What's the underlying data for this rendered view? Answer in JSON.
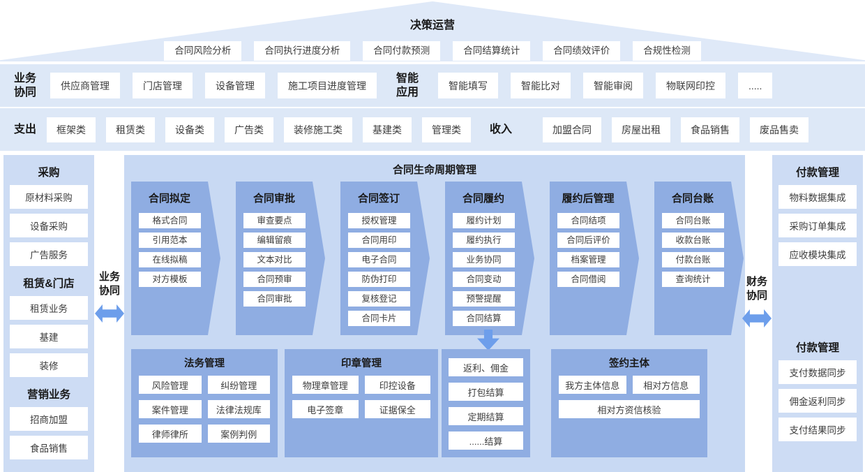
{
  "colors": {
    "triangle": "#dfe9f8",
    "band": "#dde8f7",
    "sidebar": "#cddcf4",
    "panel": "#c8d9f3",
    "stage": "#8fade2",
    "arrow": "#6d9eeb",
    "item": "#3d3d3d"
  },
  "decision": {
    "title": "决策运营",
    "items": [
      "合同风险分析",
      "合同执行进度分析",
      "合同付款预测",
      "合同结算统计",
      "合同绩效评价",
      "合规性检测"
    ]
  },
  "collab_row": {
    "label": "业务协同",
    "business_items": [
      "供应商管理",
      "门店管理",
      "设备管理",
      "施工项目进度管理"
    ],
    "smart_label": "智能应用",
    "smart_items": [
      "智能填写",
      "智能比对",
      "智能审阅",
      "物联网印控",
      "....."
    ]
  },
  "category_row": {
    "expense_label": "支出",
    "expense_items": [
      "框架类",
      "租赁类",
      "设备类",
      "广告类",
      "装修施工类",
      "基建类",
      "管理类"
    ],
    "income_label": "收入",
    "income_items": [
      "加盟合同",
      "房屋出租",
      "食品销售",
      "废品售卖"
    ]
  },
  "left_panel": {
    "sections": [
      {
        "title": "采购",
        "items": [
          "原材料采购",
          "设备采购",
          "广告服务"
        ]
      },
      {
        "title": "租赁&门店",
        "items": [
          "租赁业务",
          "基建",
          "装修"
        ]
      },
      {
        "title": "营销业务",
        "items": [
          "招商加盟",
          "食品销售"
        ]
      }
    ]
  },
  "left_connector": {
    "label": "业务协同"
  },
  "right_connector": {
    "label": "财务协同"
  },
  "lifecycle": {
    "title": "合同生命周期管理",
    "stages": [
      {
        "title": "合同拟定",
        "items": [
          "格式合同",
          "引用范本",
          "在线拟稿",
          "对方模板"
        ]
      },
      {
        "title": "合同审批",
        "items": [
          "审查要点",
          "编辑留痕",
          "文本对比",
          "合同预审",
          "合同审批"
        ]
      },
      {
        "title": "合同签订",
        "items": [
          "授权管理",
          "合同用印",
          "电子合同",
          "防伪打印",
          "复核登记",
          "合同卡片"
        ]
      },
      {
        "title": "合同履约",
        "items": [
          "履约计划",
          "履约执行",
          "业务协同",
          "合同变动",
          "预警提醒",
          "合同结算"
        ]
      },
      {
        "title": "履约后管理",
        "items": [
          "合同结项",
          "合同后评价",
          "档案管理",
          "合同借阅"
        ]
      },
      {
        "title": "合同台账",
        "items": [
          "合同台账",
          "收款台账",
          "付款台账",
          "查询统计"
        ]
      }
    ],
    "legal": {
      "title": "法务管理",
      "items": [
        "风险管理",
        "纠纷管理",
        "案件管理",
        "法律法规库",
        "律师律所",
        "案例判例"
      ]
    },
    "seal": {
      "title": "印章管理",
      "items": [
        "物理章管理",
        "印控设备",
        "电子签章",
        "证据保全"
      ]
    },
    "settlement": {
      "items": [
        "返利、佣金",
        "打包结算",
        "定期结算",
        "......结算"
      ]
    },
    "signing": {
      "title": "签约主体",
      "items": [
        "我方主体信息",
        "相对方信息",
        "相对方资信核验"
      ]
    }
  },
  "right_panel": {
    "sections": [
      {
        "title": "付款管理",
        "items": [
          "物料数据集成",
          "采购订单集成",
          "应收模块集成"
        ]
      },
      {
        "title": "付款管理",
        "items": [
          "支付数据同步",
          "佣金返利同步",
          "支付结果同步"
        ]
      }
    ]
  }
}
